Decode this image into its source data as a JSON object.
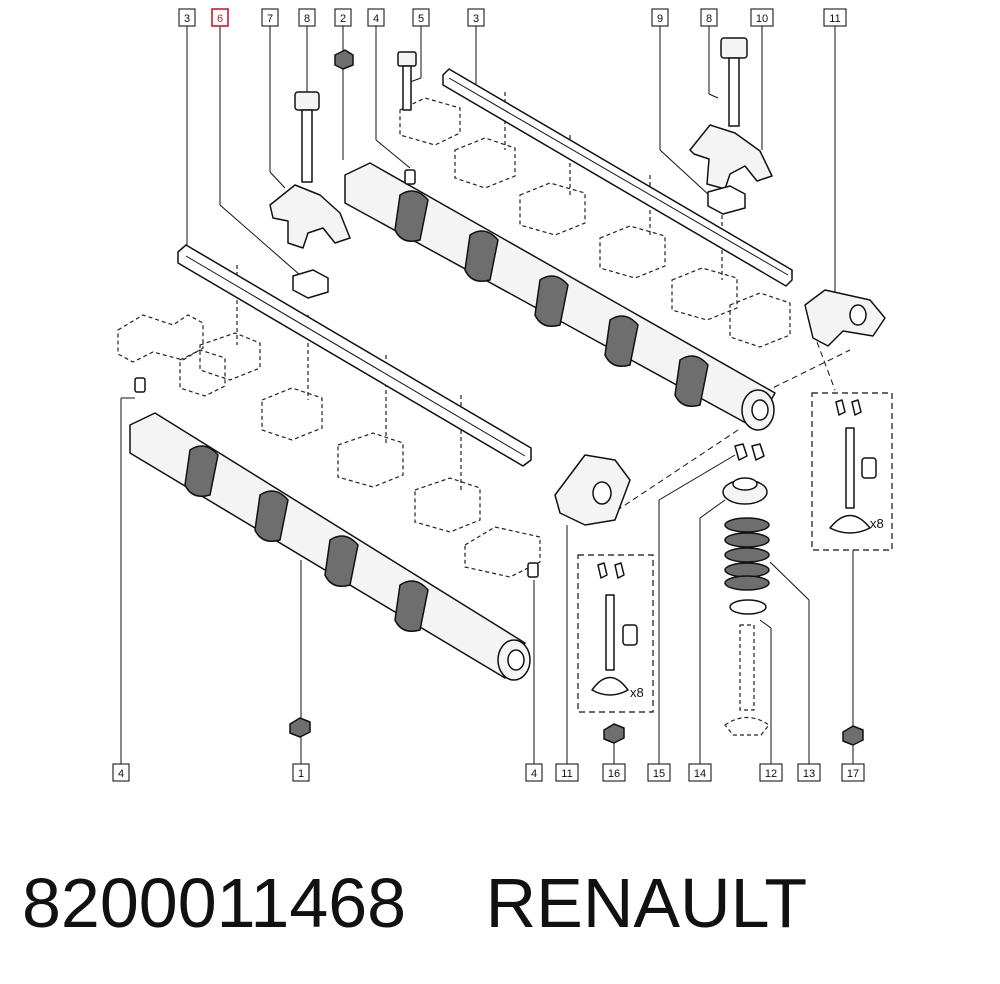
{
  "footer": {
    "part_number": "8200011468",
    "brand": "RENAULT"
  },
  "diagram": {
    "highlight_color": "#d0182a",
    "highlighted_callout": "6",
    "callouts_top": [
      "3",
      "6",
      "7",
      "8",
      "2",
      "4",
      "5",
      "3",
      "9",
      "8",
      "10",
      "11"
    ],
    "callouts_bottom": [
      "4",
      "1",
      "4",
      "11",
      "16",
      "15",
      "14",
      "12",
      "13",
      "17"
    ],
    "quantity_labels": [
      "x8",
      "x8"
    ],
    "parts": [
      "camshaft-left",
      "camshaft-right",
      "rocker-rail-left",
      "rocker-rail-right",
      "bolt-left",
      "bolt-right",
      "cap-left",
      "cap-right",
      "clip-left",
      "clip-right",
      "rocker-arm-upper",
      "rocker-arm-lower",
      "valve-assembly-left",
      "valve-assembly-right",
      "valve-spring",
      "spring-retainer",
      "spring-seat",
      "valve-guide",
      "valve-keepers",
      "hydraulic-tappet",
      "dowel-pin"
    ]
  }
}
